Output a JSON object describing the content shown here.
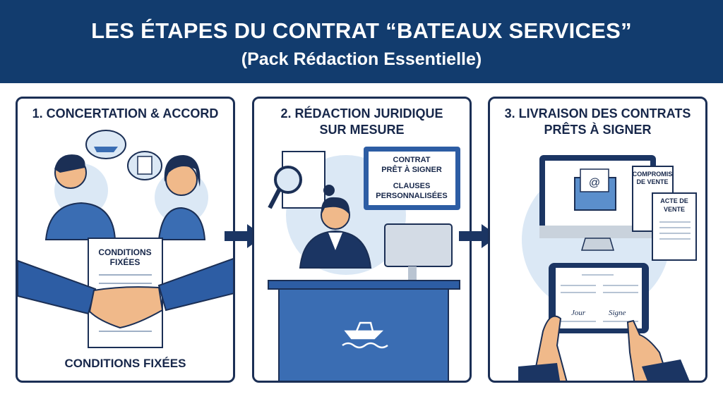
{
  "header": {
    "title": "LES ÉTAPES DU CONTRAT “BATEAUX SERVICES”",
    "subtitle": "(Pack Rédaction Essentielle)"
  },
  "steps": [
    {
      "title": "1. CONCERTATION & ACCORD",
      "document_label": [
        "CONDITIONS",
        "FIXÉES"
      ],
      "footer": "CONDITIONS FIXÉES"
    },
    {
      "title_lines": [
        "2. RÉDACTION JURIDIQUE",
        "SUR MESURE"
      ],
      "screen_lines": [
        "CONTRAT",
        "PRÊT À SIGNER",
        "CLAUSES",
        "PERSONNALISÉES"
      ]
    },
    {
      "title_lines": [
        "3. LIVRAISON DES CONTRATS",
        "PRÊTS À SIGNER"
      ],
      "doc1": [
        "COMPROMIS",
        "DE VENTE"
      ],
      "doc2": [
        "ACTE DE",
        "VENTE"
      ],
      "signatures": [
        "Jour",
        "Signe"
      ]
    }
  ],
  "colors": {
    "header": "#123c6e",
    "navy": "#1b2f55",
    "blue": "#3a6db3",
    "light": "#dbe8f5"
  }
}
